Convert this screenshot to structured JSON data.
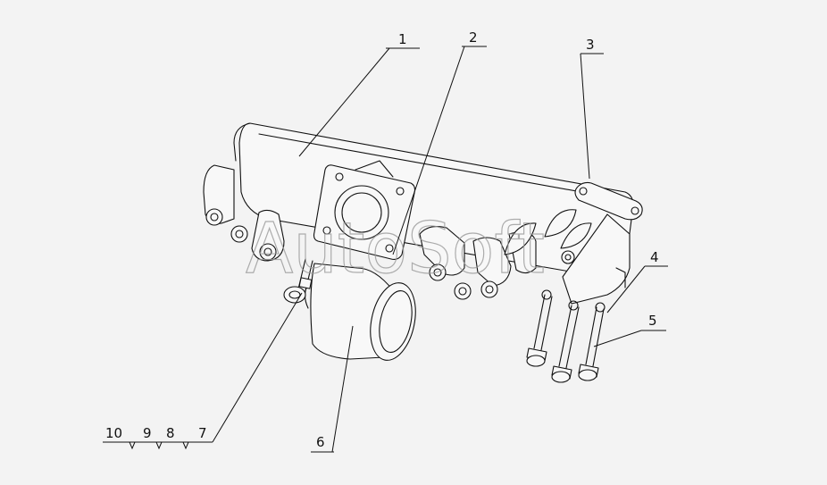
{
  "watermark": "AutoSoft",
  "callouts": [
    {
      "id": "1",
      "label": "1"
    },
    {
      "id": "2",
      "label": "2"
    },
    {
      "id": "3",
      "label": "3"
    },
    {
      "id": "4",
      "label": "4"
    },
    {
      "id": "5",
      "label": "5"
    },
    {
      "id": "6",
      "label": "6"
    },
    {
      "id": "7",
      "label": "7"
    },
    {
      "id": "8",
      "label": "8"
    },
    {
      "id": "9",
      "label": "9"
    },
    {
      "id": "10",
      "label": "10"
    }
  ]
}
